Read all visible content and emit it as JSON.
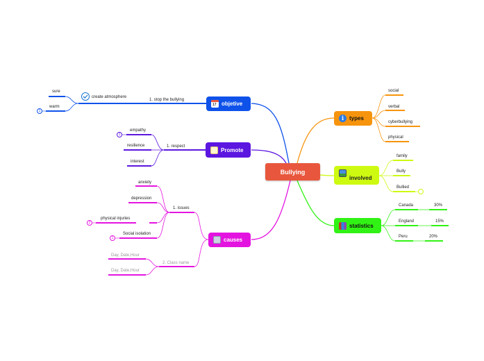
{
  "center": {
    "label": "Bullying",
    "color": "#e8573d"
  },
  "objective": {
    "label": "objetive",
    "color": "#0f52ea",
    "icon": "calendar-icon",
    "sub": "1.  stop the bullying",
    "task": "create atmosphere",
    "task_icon": "check-circle-icon",
    "leaves": [
      "sure",
      "warm"
    ],
    "badge": "1"
  },
  "promote": {
    "label": "Promote",
    "color": "#5b16e0",
    "icon": "note-icon",
    "sub": "1.  respect",
    "leaves": [
      "empathy",
      "resilience",
      "interest"
    ],
    "badge": "1"
  },
  "causes": {
    "label": "causes",
    "color": "#e414e0",
    "icon": "folder-icon",
    "issues": {
      "label": "1.  issues",
      "leaves": [
        "anxiety",
        "depression",
        "physical injuries",
        "Social isolation"
      ],
      "badge_physical": "2",
      "badge_social": "1"
    },
    "class_name": {
      "label": "2.  Class name",
      "leaves": [
        "Day, Date,Hour",
        "Day, Date,Hour"
      ]
    }
  },
  "types": {
    "label": "types",
    "color": "#f7940d",
    "icon": "info-icon",
    "leaves": [
      "social",
      "verbal",
      "cyberbullying",
      "physical"
    ]
  },
  "involved": {
    "label": "involved",
    "color": "#cdfa10",
    "icon": "picture-icon",
    "leaves": [
      "family",
      "Bully",
      "Bullied"
    ]
  },
  "statistics": {
    "label": "statistics",
    "color": "#31f215",
    "icon": "books-icon",
    "rows": [
      {
        "country": "Canada",
        "value": "30%"
      },
      {
        "country": "England",
        "value": "15%"
      },
      {
        "country": "Peru",
        "value": "20%"
      }
    ]
  }
}
